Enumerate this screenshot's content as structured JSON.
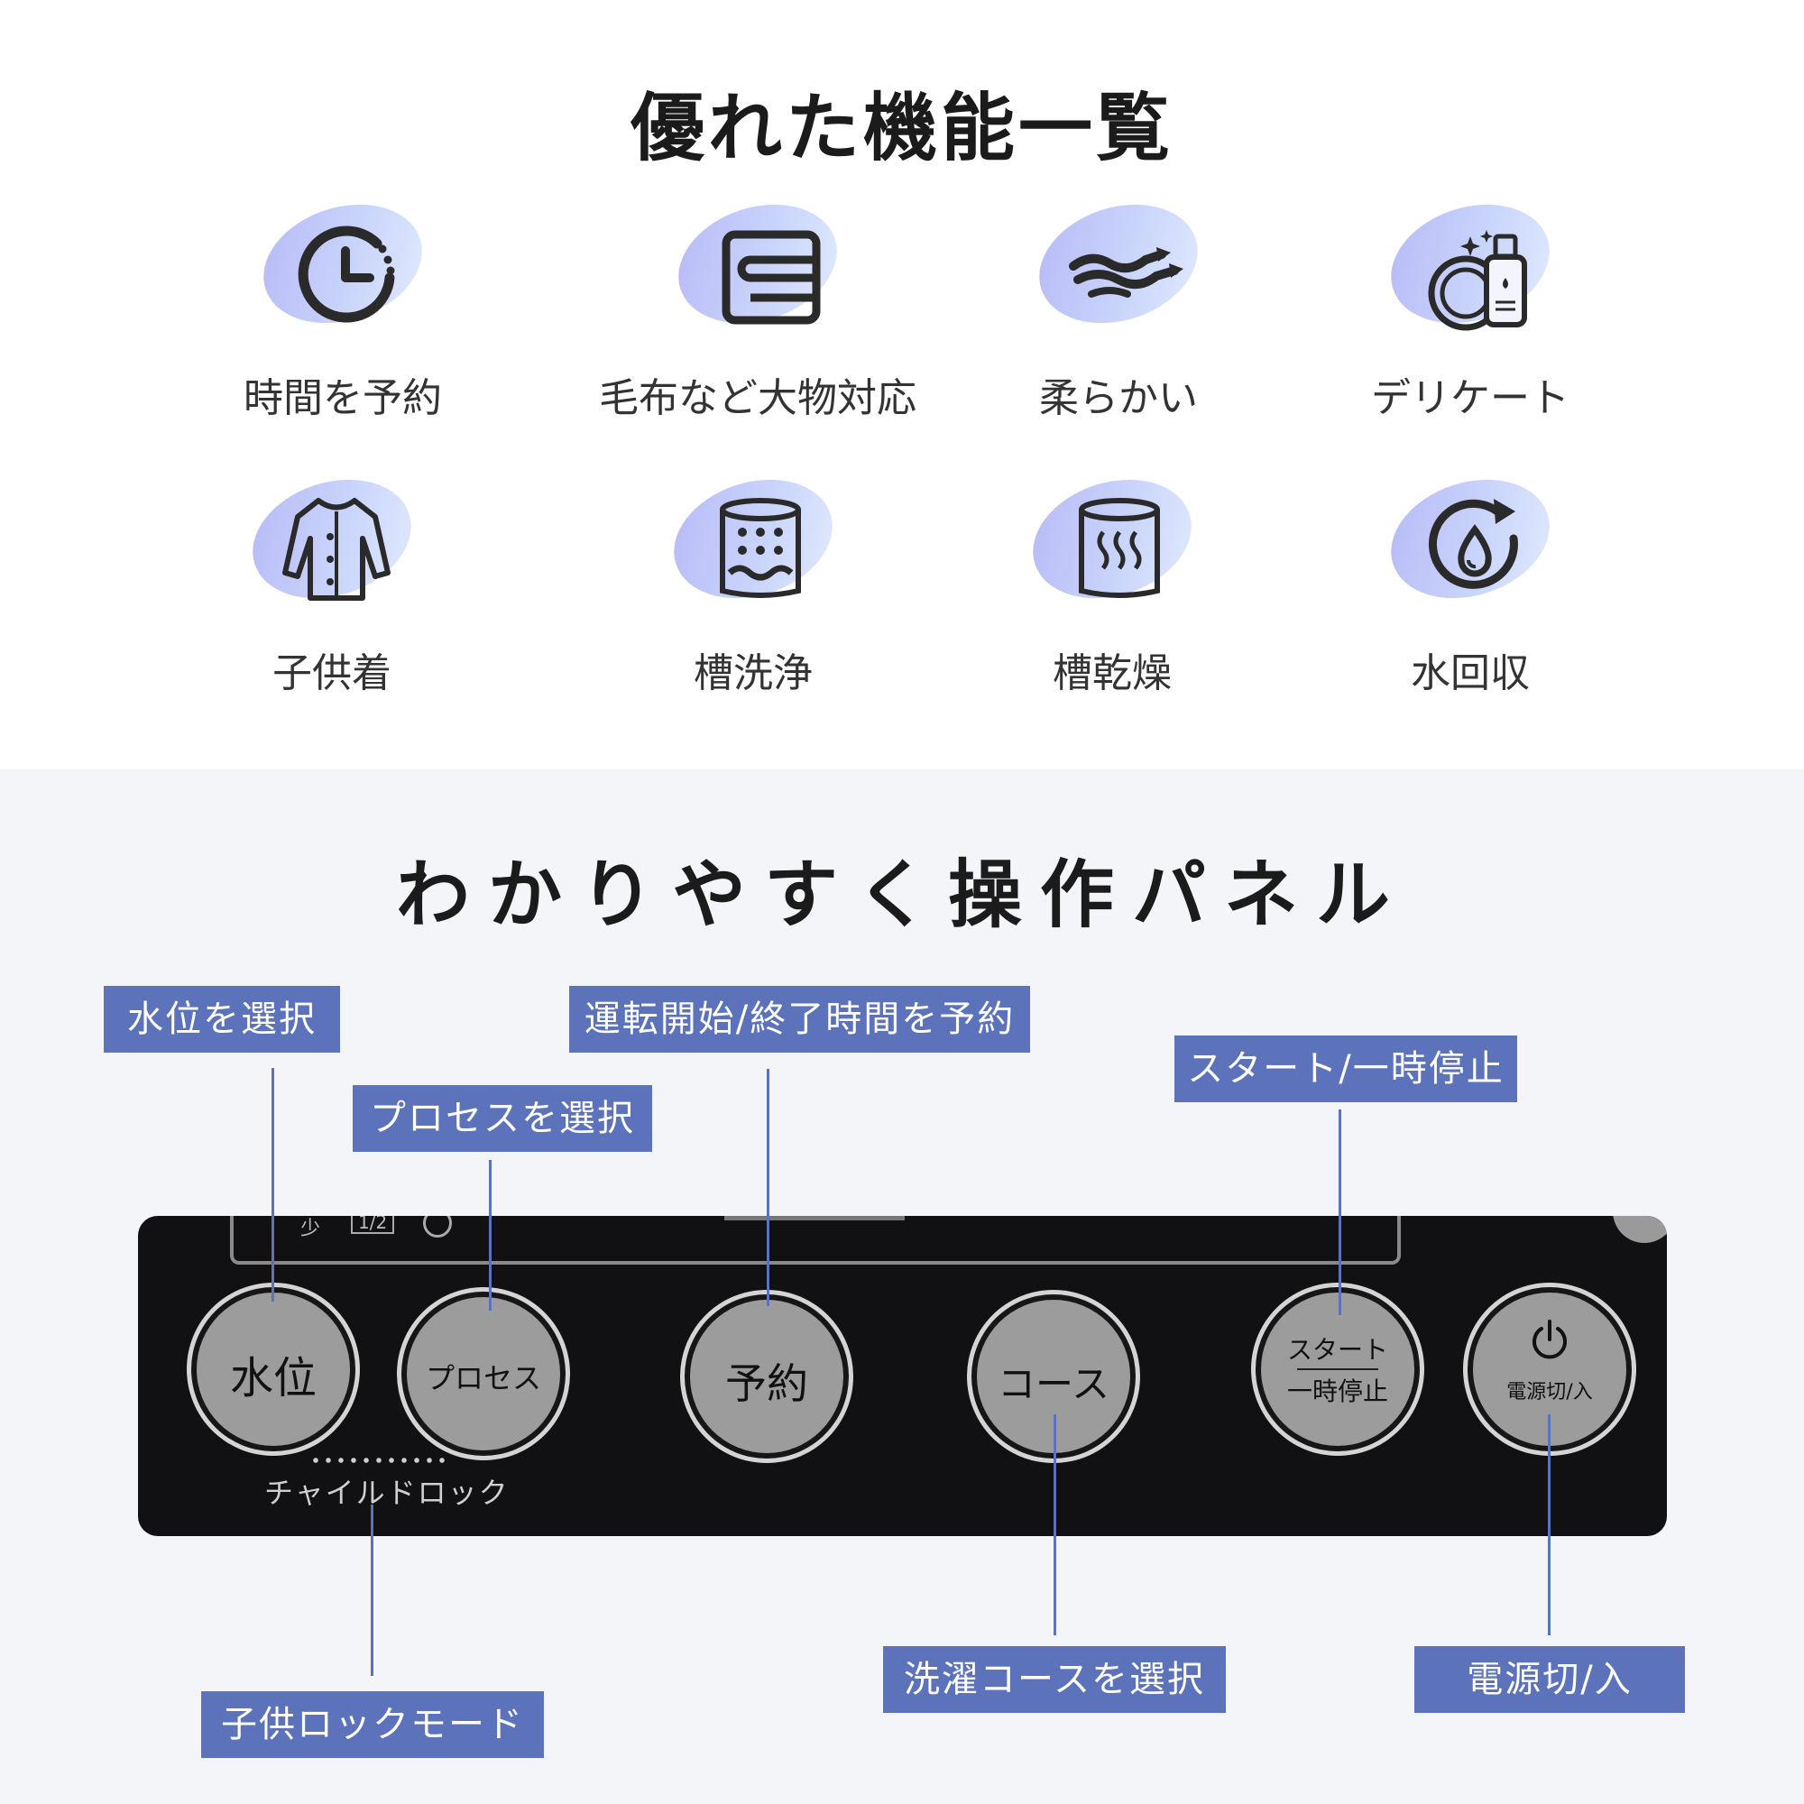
{
  "features_section": {
    "title": "優れた機能一覧",
    "features": [
      {
        "label": "時間を予約",
        "icon": "clock-timer-icon"
      },
      {
        "label": "毛布など大物対応",
        "icon": "folded-blanket-icon"
      },
      {
        "label": "柔らかい",
        "icon": "wind-waves-icon"
      },
      {
        "label": "デリケート",
        "icon": "detergent-plate-icon"
      },
      {
        "label": "子供着",
        "icon": "baby-clothes-icon"
      },
      {
        "label": "槽洗浄",
        "icon": "tub-cleaning-icon"
      },
      {
        "label": "槽乾燥",
        "icon": "tub-drying-icon"
      },
      {
        "label": "水回収",
        "icon": "water-recycle-icon"
      }
    ]
  },
  "panel_section": {
    "title": "わかりやすく操作パネル",
    "panel": {
      "indicator_small": "少",
      "indicator_fraction": "1/2",
      "buttons": {
        "water": "水位",
        "process": "プロセス",
        "reserve": "予約",
        "course": "コース",
        "start_line1": "スタート",
        "start_line2": "一時停止",
        "power": "電源切/入"
      },
      "child_lock": "チャイルドロック"
    },
    "callouts": {
      "water_level": "水位を選択",
      "process": "プロセスを選択",
      "reserve": "運転開始/終了時間を予約",
      "start_pause": "スタート/一時停止",
      "child_lock_mode": "子供ロックモード",
      "course": "洗濯コースを選択",
      "power": "電源切/入"
    }
  },
  "colors": {
    "callout_bg": "#5c72bb",
    "icon_blob": "#c0c6f8",
    "panel_bg": "#111114",
    "button": "#9c9c9c"
  }
}
